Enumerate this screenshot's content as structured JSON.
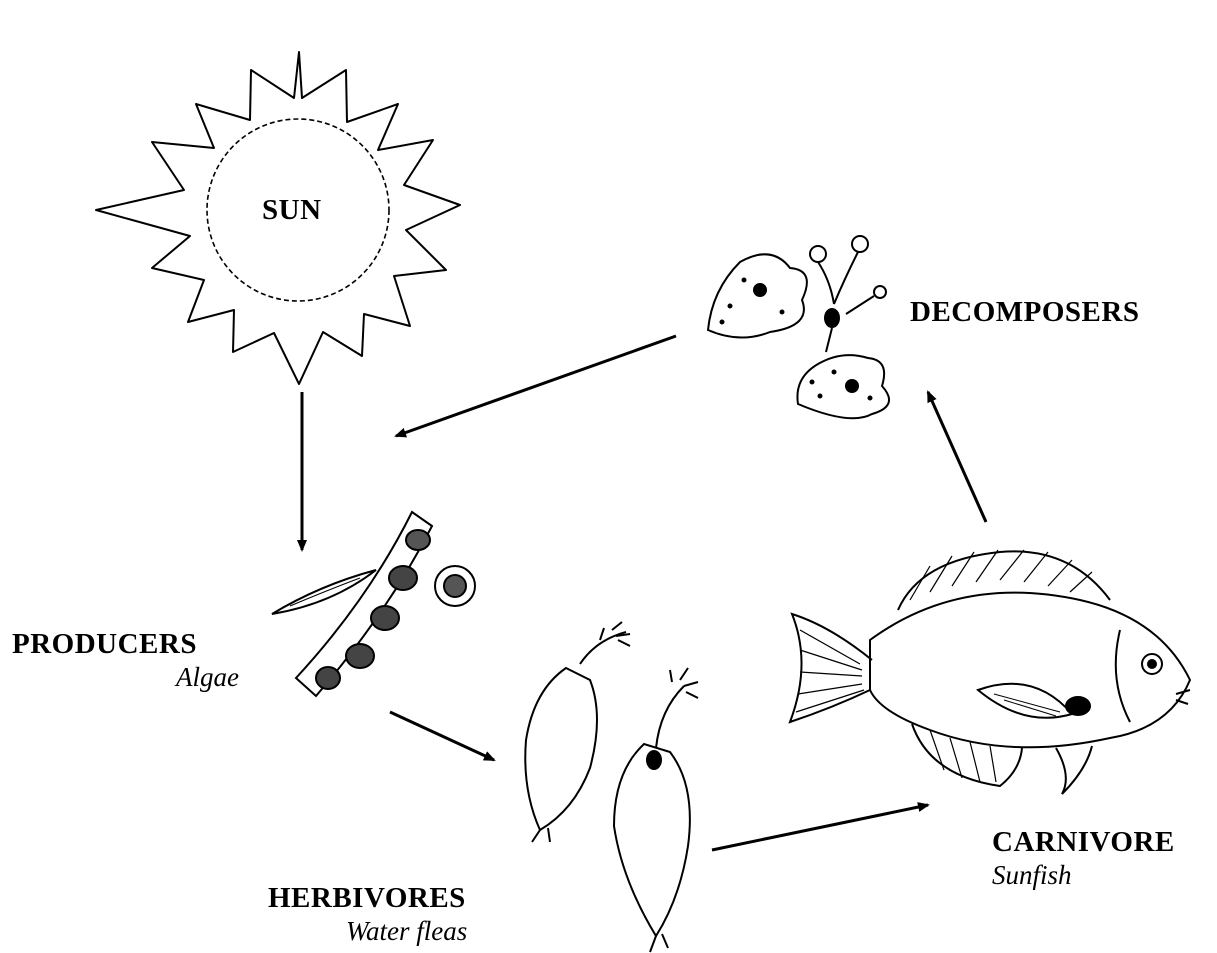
{
  "diagram": {
    "nodes": {
      "sun": {
        "label": "SUN"
      },
      "producers": {
        "label": "PRODUCERS",
        "sublabel": "Algae"
      },
      "herbivores": {
        "label": "HERBIVORES",
        "sublabel": "Water fleas"
      },
      "carnivore": {
        "label": "CARNIVORE",
        "sublabel": "Sunfish"
      },
      "decomposers": {
        "label": "DECOMPOSERS"
      }
    },
    "edges": [
      {
        "from": "sun",
        "to": "producers"
      },
      {
        "from": "producers",
        "to": "herbivores"
      },
      {
        "from": "herbivores",
        "to": "carnivore"
      },
      {
        "from": "carnivore",
        "to": "decomposers"
      },
      {
        "from": "decomposers",
        "to": "producers"
      }
    ]
  }
}
